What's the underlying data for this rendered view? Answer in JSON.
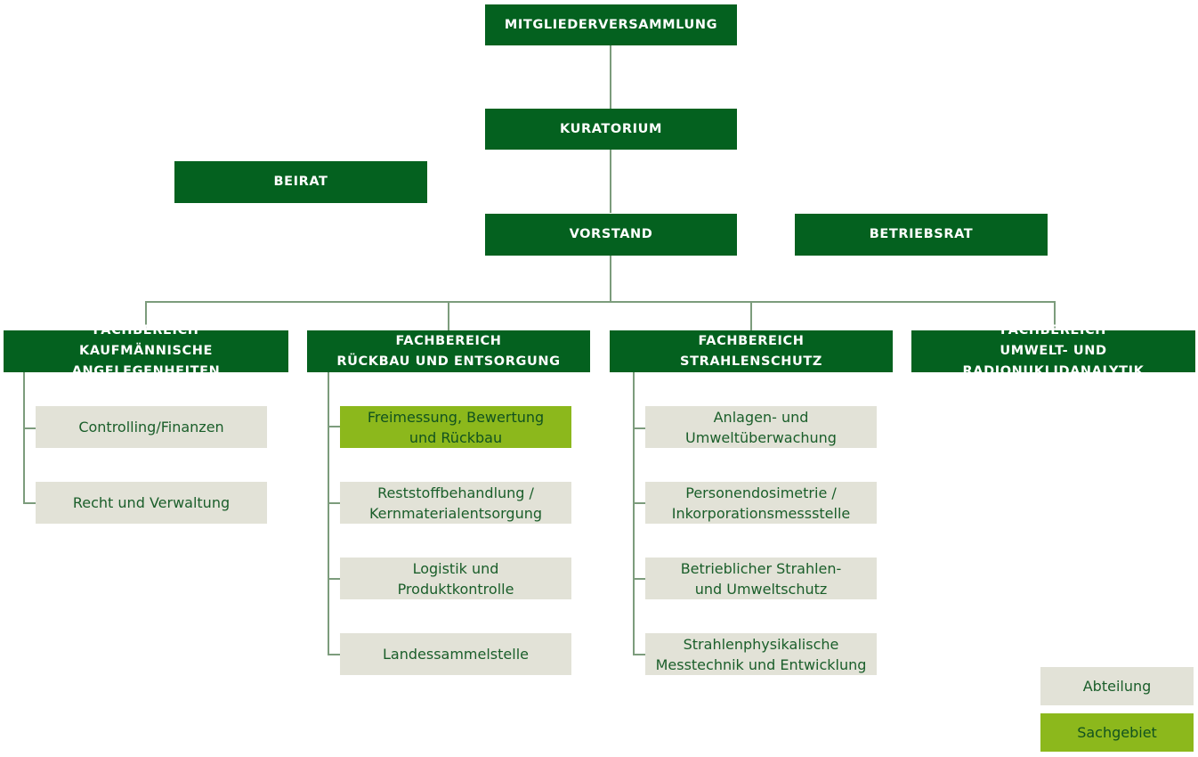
{
  "top": {
    "mitgliederversammlung": "MITGLIEDERVERSAMMLUNG",
    "kuratorium": "KURATORIUM",
    "beirat": "BEIRAT",
    "vorstand": "VORSTAND",
    "betriebsrat": "BETRIEBSRAT"
  },
  "fachbereiche": [
    {
      "line1": "FACHBEREICH",
      "line2": "KAUFMÄNNISCHE ANGELEGENHEITEN",
      "units": [
        {
          "line1": "Controlling/Finanzen",
          "line2": "",
          "type": "Abteilung"
        },
        {
          "line1": "Recht und Verwaltung",
          "line2": "",
          "type": "Abteilung"
        }
      ]
    },
    {
      "line1": "FACHBEREICH",
      "line2": "RÜCKBAU UND ENTSORGUNG",
      "units": [
        {
          "line1": "Freimessung, Bewertung",
          "line2": "und Rückbau",
          "type": "Sachgebiet"
        },
        {
          "line1": "Reststoffbehandlung /",
          "line2": "Kernmaterialentsorgung",
          "type": "Abteilung"
        },
        {
          "line1": "Logistik und",
          "line2": "Produktkontrolle",
          "type": "Abteilung"
        },
        {
          "line1": "Landessammelstelle",
          "line2": "",
          "type": "Abteilung"
        }
      ]
    },
    {
      "line1": "FACHBEREICH",
      "line2": "STRAHLENSCHUTZ",
      "units": [
        {
          "line1": "Anlagen- und",
          "line2": "Umweltüberwachung",
          "type": "Abteilung"
        },
        {
          "line1": "Personendosimetrie /",
          "line2": "Inkorporationsmessstelle",
          "type": "Abteilung"
        },
        {
          "line1": "Betrieblicher Strahlen-",
          "line2": "und Umweltschutz",
          "type": "Abteilung"
        },
        {
          "line1": "Strahlenphysikalische",
          "line2": "Messtechnik und Entwicklung",
          "type": "Abteilung"
        }
      ]
    },
    {
      "line1": "FACHBEREICH",
      "line2": "UMWELT- UND RADIONUKLIDANALYTIK",
      "units": []
    }
  ],
  "legend": {
    "abteilung": "Abteilung",
    "sachgebiet": "Sachgebiet"
  },
  "colors": {
    "dark_green": "#04611f",
    "lime_green": "#8cb81c",
    "grey": "#e2e2d7",
    "connector": "#7c9c7c"
  }
}
